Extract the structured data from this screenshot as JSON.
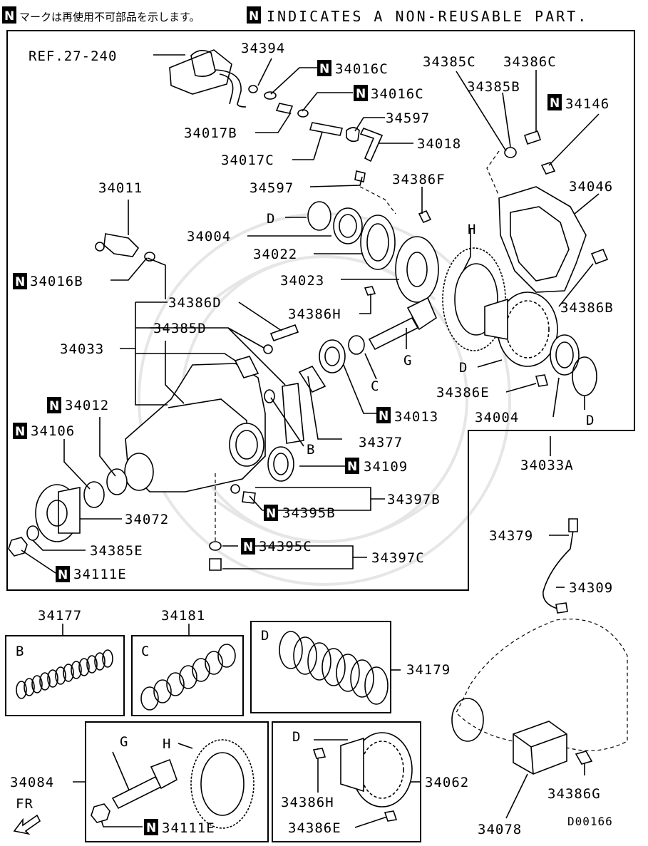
{
  "header": {
    "jp_text": "マークは再使用不可部品を示します。",
    "en_text": "INDICATES A NON-REUSABLE PART.",
    "badge": "N"
  },
  "labels": {
    "ref": "REF.27-240",
    "p34394": "34394",
    "p34016C_a": "34016C",
    "p34016C_b": "34016C",
    "p34017B": "34017B",
    "p34017C": "34017C",
    "p34597_a": "34597",
    "p34018": "34018",
    "p34597_b": "34597",
    "p34385C": "34385C",
    "p34386C": "34386C",
    "p34385B": "34385B",
    "p34146": "34146",
    "p34011": "34011",
    "p34386F": "34386F",
    "p34046": "34046",
    "D_1": "D",
    "p34004_a": "34004",
    "H_1": "H",
    "p34022": "34022",
    "p34023": "34023",
    "p34016B": "34016B",
    "p34386D": "34386D",
    "p34386H_a": "34386H",
    "p34386B": "34386B",
    "p34385D": "34385D",
    "p34033": "34033",
    "G_1": "G",
    "C_1": "C",
    "D_2": "D",
    "p34386E_a": "34386E",
    "p34012": "34012",
    "p34013": "34013",
    "p34004_b": "34004",
    "D_3": "D",
    "p34106": "34106",
    "p34377": "34377",
    "B_1": "B",
    "p34033A": "34033A",
    "p34109": "34109",
    "p34397B": "34397B",
    "p34072": "34072",
    "p34395B": "34395B",
    "p34385E": "34385E",
    "p34379": "34379",
    "p34395C": "34395C",
    "p34397C": "34397C",
    "p34111E_a": "34111E",
    "p34309": "34309",
    "p34177": "34177",
    "p34181": "34181",
    "B_box": "B",
    "C_box": "C",
    "D_box": "D",
    "p34179": "34179",
    "G_box": "G",
    "H_box": "H",
    "D_box2": "D",
    "p34084": "34084",
    "p34062": "34062",
    "p34386H_b": "34386H",
    "p34386G": "34386G",
    "FR": "FR",
    "p34111E_b": "34111E",
    "p34386E_b": "34386E",
    "p34078": "34078",
    "code": "D00166"
  }
}
